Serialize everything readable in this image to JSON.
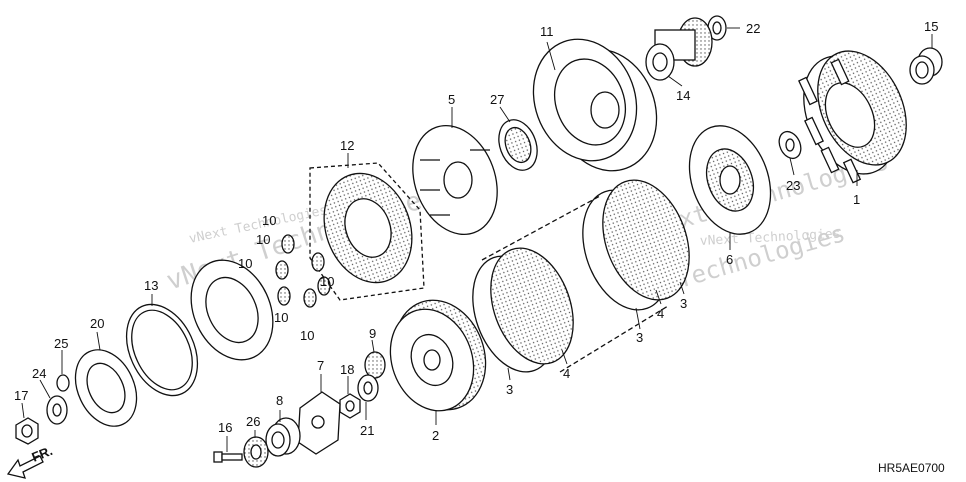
{
  "diagram": {
    "callouts": {
      "c1": "1",
      "c2": "2",
      "c3a": "3",
      "c3b": "3",
      "c3c": "3",
      "c4a": "4",
      "c4b": "4",
      "c5": "5",
      "c6": "6",
      "c7": "7",
      "c8": "8",
      "c9": "9",
      "c10a": "10",
      "c10b": "10",
      "c10c": "10",
      "c10d": "10",
      "c10e": "10",
      "c10f": "10",
      "c11": "11",
      "c12": "12",
      "c13": "13",
      "c14": "14",
      "c15": "15",
      "c16": "16",
      "c17": "17",
      "c18": "18",
      "c20": "20",
      "c21": "21",
      "c22": "22",
      "c23": "23",
      "c24": "24",
      "c25": "25",
      "c26": "26",
      "c27": "27"
    },
    "watermark_text": "vNext Technologies",
    "watermark_text_b": "Technologies",
    "direction_label": "FR.",
    "figure_code": "HR5AE0700"
  }
}
